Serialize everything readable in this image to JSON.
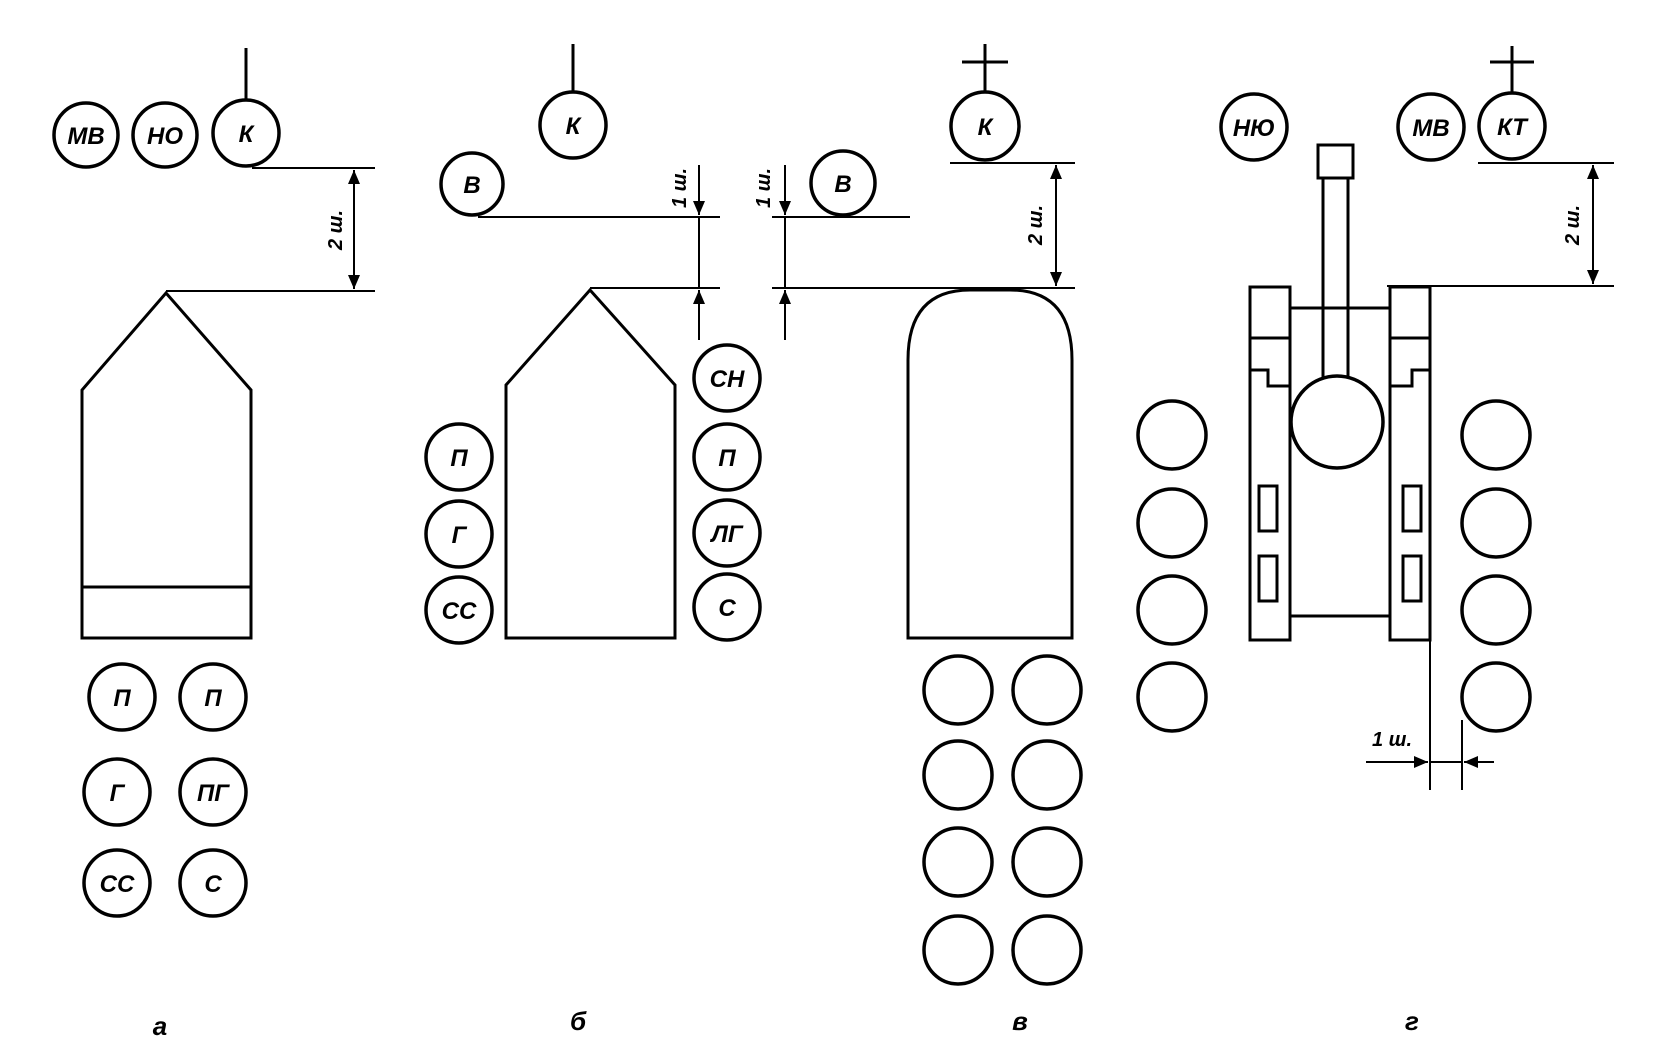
{
  "labels": {
    "mv": "МВ",
    "no": "НО",
    "k": "К",
    "kt": "КТ",
    "v": "В",
    "p": "П",
    "g": "Г",
    "ss": "СС",
    "pg": "ПГ",
    "s": "С",
    "sn": "СН",
    "lg": "ЛГ",
    "nyu": "НЮ"
  },
  "dims": {
    "two": "2 ш.",
    "one": "1 ш."
  },
  "captions": {
    "a": "а",
    "b": "б",
    "v": "в",
    "g": "г"
  }
}
